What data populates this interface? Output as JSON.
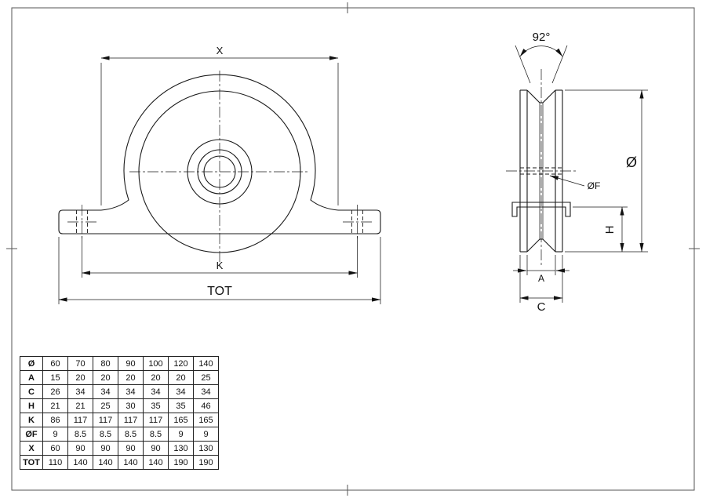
{
  "front_view": {
    "labels": {
      "x": "X",
      "k": "K",
      "tot": "TOT"
    }
  },
  "side_view": {
    "labels": {
      "angle": "92°",
      "diameter": "Ø",
      "bore": "ØF",
      "h": "H",
      "a": "A",
      "c": "C"
    }
  },
  "table": {
    "rows": [
      {
        "label": "Ø",
        "values": [
          "60",
          "70",
          "80",
          "90",
          "100",
          "120",
          "140"
        ]
      },
      {
        "label": "A",
        "values": [
          "15",
          "20",
          "20",
          "20",
          "20",
          "20",
          "25"
        ]
      },
      {
        "label": "C",
        "values": [
          "26",
          "34",
          "34",
          "34",
          "34",
          "34",
          "34"
        ]
      },
      {
        "label": "H",
        "values": [
          "21",
          "21",
          "25",
          "30",
          "35",
          "35",
          "46"
        ]
      },
      {
        "label": "K",
        "values": [
          "86",
          "117",
          "117",
          "117",
          "117",
          "165",
          "165"
        ]
      },
      {
        "label": "ØF",
        "values": [
          "9",
          "8.5",
          "8.5",
          "8.5",
          "8.5",
          "9",
          "9"
        ]
      },
      {
        "label": "X",
        "values": [
          "60",
          "90",
          "90",
          "90",
          "90",
          "130",
          "130"
        ]
      },
      {
        "label": "TOT",
        "values": [
          "110",
          "140",
          "140",
          "140",
          "140",
          "190",
          "190"
        ]
      }
    ]
  },
  "colors": {
    "line": "#1a1a1a",
    "background": "#ffffff"
  }
}
